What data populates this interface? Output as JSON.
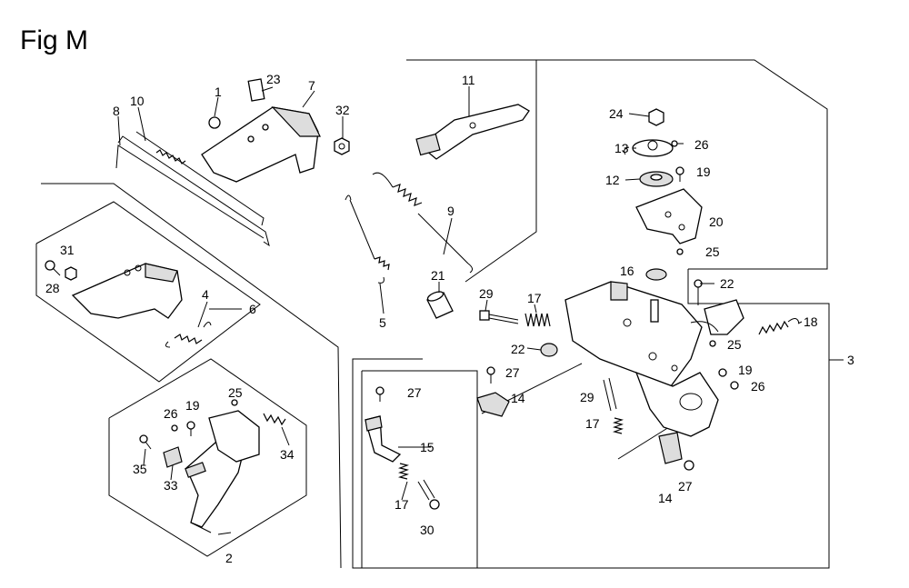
{
  "figure": {
    "title": "Fig M"
  },
  "callouts": [
    {
      "id": "c1",
      "text": "1"
    },
    {
      "id": "c23",
      "text": "23"
    },
    {
      "id": "c7",
      "text": "7"
    },
    {
      "id": "c10",
      "text": "10"
    },
    {
      "id": "c8",
      "text": "8"
    },
    {
      "id": "c32",
      "text": "32"
    },
    {
      "id": "c11",
      "text": "11"
    },
    {
      "id": "c24",
      "text": "24"
    },
    {
      "id": "c13",
      "text": "13"
    },
    {
      "id": "c26a",
      "text": "26"
    },
    {
      "id": "c12",
      "text": "12"
    },
    {
      "id": "c19a",
      "text": "19"
    },
    {
      "id": "c20",
      "text": "20"
    },
    {
      "id": "c25a",
      "text": "25"
    },
    {
      "id": "c9",
      "text": "9"
    },
    {
      "id": "c31",
      "text": "31"
    },
    {
      "id": "c28",
      "text": "28"
    },
    {
      "id": "c4",
      "text": "4"
    },
    {
      "id": "c6",
      "text": "6"
    },
    {
      "id": "c5",
      "text": "5"
    },
    {
      "id": "c21",
      "text": "21"
    },
    {
      "id": "c29a",
      "text": "29"
    },
    {
      "id": "c17a",
      "text": "17"
    },
    {
      "id": "c16",
      "text": "16"
    },
    {
      "id": "c22a",
      "text": "22"
    },
    {
      "id": "c18",
      "text": "18"
    },
    {
      "id": "c22b",
      "text": "22"
    },
    {
      "id": "c25b",
      "text": "25"
    },
    {
      "id": "c3",
      "text": "3"
    },
    {
      "id": "c27a",
      "text": "27"
    },
    {
      "id": "c19b",
      "text": "19"
    },
    {
      "id": "c26b",
      "text": "26"
    },
    {
      "id": "c14a",
      "text": "14"
    },
    {
      "id": "c27b",
      "text": "27"
    },
    {
      "id": "c29b",
      "text": "29"
    },
    {
      "id": "c17b",
      "text": "17"
    },
    {
      "id": "c15",
      "text": "15"
    },
    {
      "id": "c17c",
      "text": "17"
    },
    {
      "id": "c30",
      "text": "30"
    },
    {
      "id": "c14b",
      "text": "14"
    },
    {
      "id": "c27c",
      "text": "27"
    },
    {
      "id": "c25c",
      "text": "25"
    },
    {
      "id": "c26c",
      "text": "26"
    },
    {
      "id": "c19c",
      "text": "19"
    },
    {
      "id": "c34",
      "text": "34"
    },
    {
      "id": "c35",
      "text": "35"
    },
    {
      "id": "c33",
      "text": "33"
    },
    {
      "id": "c2",
      "text": "2"
    }
  ]
}
